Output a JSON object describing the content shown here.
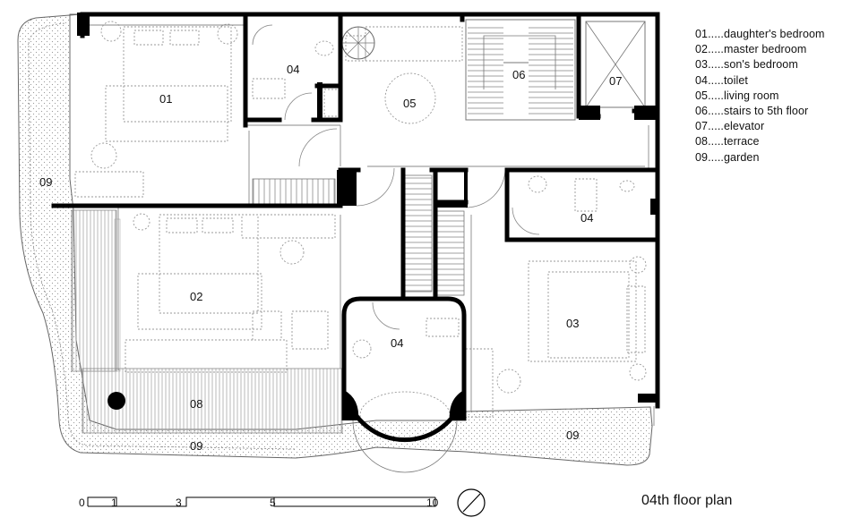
{
  "legend": [
    "01.....daughter's bedroom",
    "02.....master bedroom",
    "03.....son's bedroom",
    "04.....toilet",
    "05.....living room",
    "06.....stairs to 5th floor",
    "07.....elevator",
    "08.....terrace",
    "09.....garden"
  ],
  "rooms": {
    "r01": "01",
    "r02": "02",
    "r03": "03",
    "r04a": "04",
    "r04b": "04",
    "r04c": "04",
    "r05": "05",
    "r06": "06",
    "r07": "07",
    "r08": "08",
    "r09a": "09",
    "r09b": "09",
    "r09c": "09"
  },
  "scale_bar": {
    "labels": [
      "0",
      "1",
      "3",
      "5",
      "10"
    ]
  },
  "caption": "04th floor plan",
  "icons": {
    "north": "north-arrow-icon"
  }
}
